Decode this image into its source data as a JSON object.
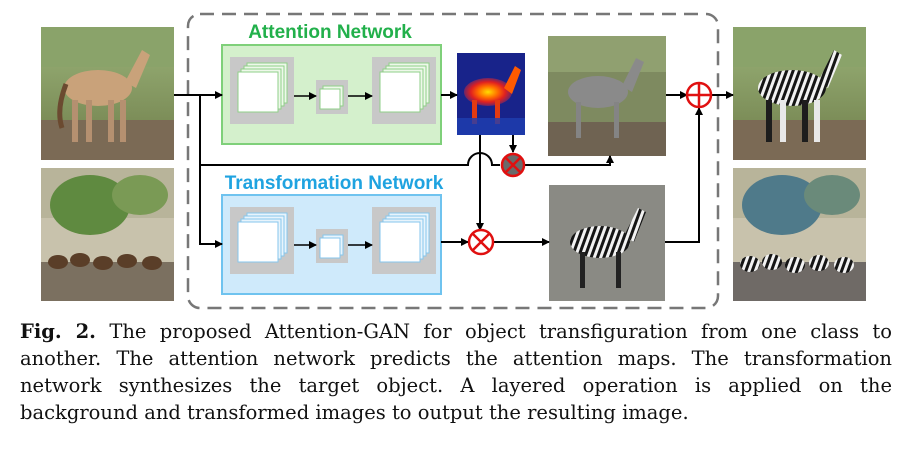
{
  "figure": {
    "attention_label": "Attention Network",
    "transformation_label": "Transformation Network",
    "colors": {
      "attention_green": "#22b04b",
      "attention_fill": "#d4f0cc",
      "transformation_blue": "#1fa3e0",
      "transformation_fill": "#cfeafb",
      "operator_red": "#e01010",
      "dashed_border": "#777777"
    },
    "images": [
      {
        "name": "input-horse-photo",
        "description_icon": "horse-icon"
      },
      {
        "name": "input-horses-herd-photo",
        "description_icon": "horses-icon"
      },
      {
        "name": "attention-map-heatmap",
        "description_icon": "heatmap-icon"
      },
      {
        "name": "background-masked-image",
        "description_icon": "horse-gray-icon"
      },
      {
        "name": "transformed-zebra-image",
        "description_icon": "zebra-icon"
      },
      {
        "name": "output-zebra-photo",
        "description_icon": "zebra-icon"
      },
      {
        "name": "output-zebras-herd-photo",
        "description_icon": "zebras-icon"
      }
    ],
    "operators": [
      "multiply",
      "multiply",
      "add"
    ]
  },
  "caption": {
    "label": "Fig. 2.",
    "text": "The proposed Attention-GAN for object transfiguration from one class to another. The attention network predicts the attention maps. The transformation network synthesizes the target object. A layered operation is applied on the background and transformed images to output the resulting image."
  }
}
